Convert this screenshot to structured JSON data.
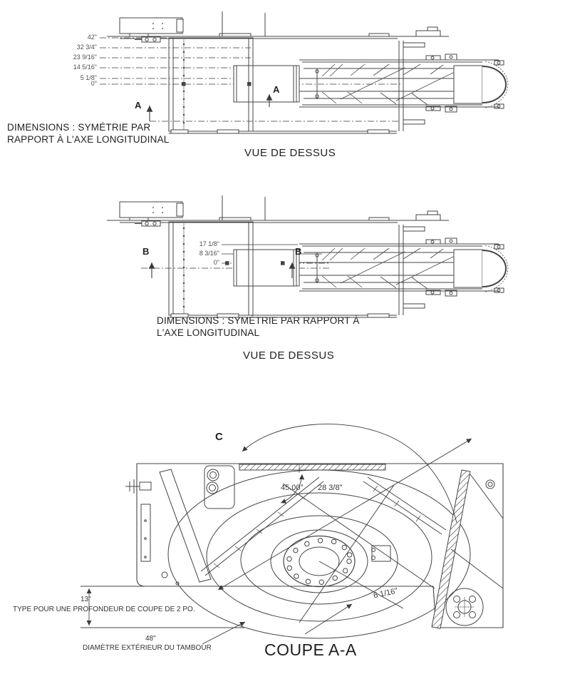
{
  "colors": {
    "line": "#454545",
    "dim_line": "#6a6a6a",
    "text": "#2f2f2f",
    "background": "#ffffff"
  },
  "view_top_1": {
    "caption": "VUE DE DESSUS",
    "note": [
      "DIMENSIONS : SYMÉTRIE PAR",
      "RAPPORT À L'AXE LONGITUDINAL"
    ],
    "section_letter": "A",
    "dim_labels": [
      "42\"",
      "32 3/4\"",
      "23 9/16\"",
      "14 5/16\"",
      "5 1/8\"",
      "0\""
    ]
  },
  "view_top_2": {
    "caption": "VUE DE DESSUS",
    "note": [
      "DIMENSIONS : SYMÉTRIE PAR RAPPORT À",
      "L'AXE LONGITUDINAL"
    ],
    "section_letter": "B",
    "dim_labels": [
      "17 1/8\"",
      "8 3/16\"",
      "0\""
    ]
  },
  "section_aa": {
    "caption": "COUPE A-A",
    "rotation_letter": "C",
    "angle_label": "45.00°",
    "dim_diagonal": "28 3/8\"",
    "dim_center": "6 1/16\"",
    "dim_depth": "13\"",
    "depth_note": "TYPE POUR UNE PROFONDEUR DE COUPE DE 2 PO.",
    "dim_drum": "48\"",
    "drum_note": "DIAMÈTRE EXTÉRIEUR DU TAMBOUR"
  }
}
